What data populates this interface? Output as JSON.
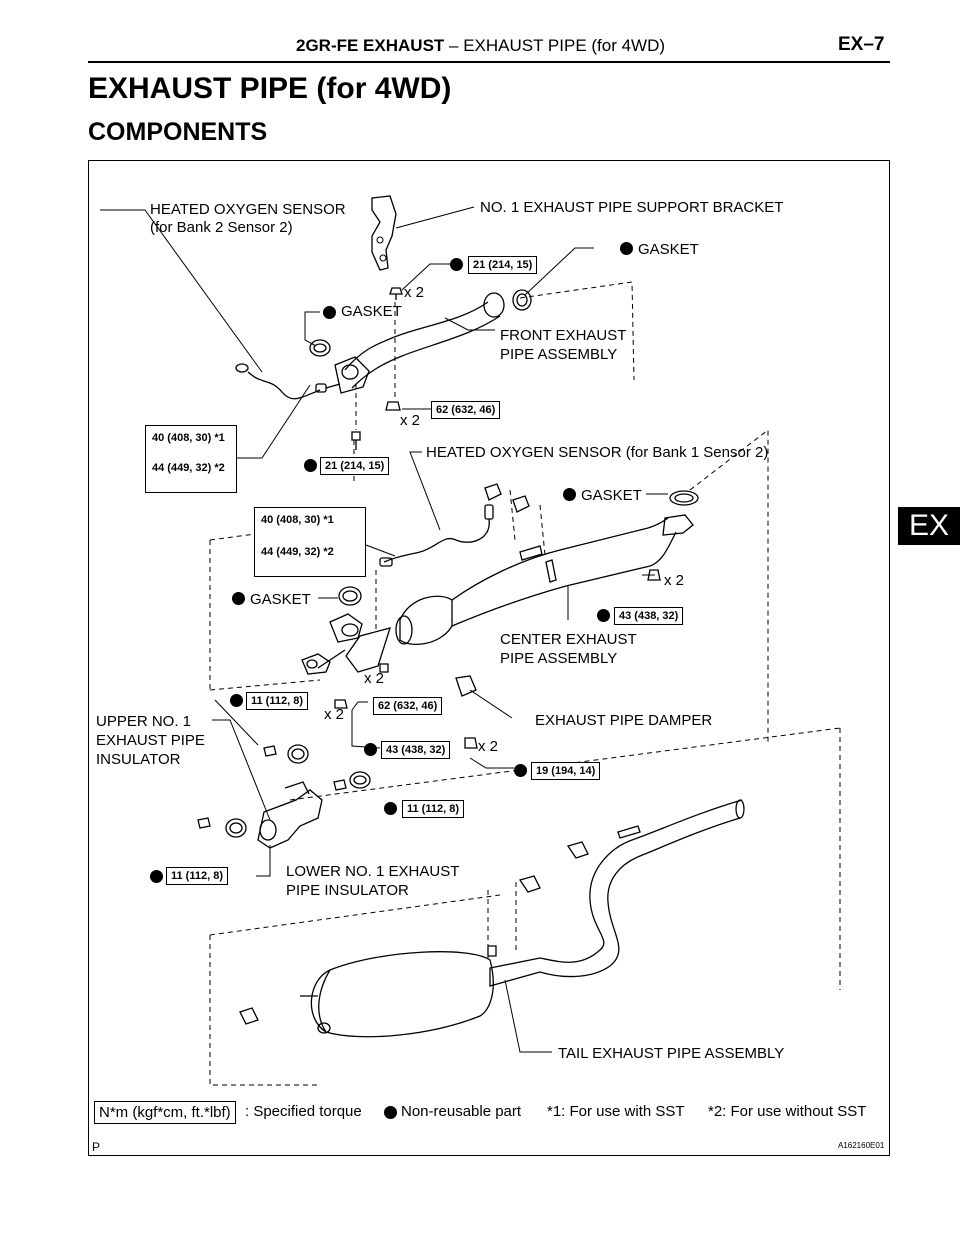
{
  "header": {
    "title_bold": "2GR-FE EXHAUST",
    "title_rest": "–  EXHAUST PIPE (for 4WD)",
    "page_code": "EX–7"
  },
  "section_tab": "EX",
  "page_title": "EXHAUST PIPE (for 4WD)",
  "sub_title": "COMPONENTS",
  "labels": {
    "ho2_bank2_l1": "HEATED OXYGEN SENSOR",
    "ho2_bank2_l2": "(for Bank 2 Sensor 2)",
    "support_bracket": "NO. 1 EXHAUST PIPE SUPPORT BRACKET",
    "gasket_top_right": "GASKET",
    "gasket_top_left": "GASKET",
    "front_pipe_l1": "FRONT EXHAUST",
    "front_pipe_l2": "PIPE ASSEMBLY",
    "ho2_bank1": "HEATED OXYGEN SENSOR (for Bank 1 Sensor 2)",
    "gasket_center_right": "GASKET",
    "gasket_center_left": "GASKET",
    "center_pipe_l1": "CENTER EXHAUST",
    "center_pipe_l2": "PIPE ASSEMBLY",
    "damper": "EXHAUST PIPE DAMPER",
    "upper_ins_l1": "UPPER NO. 1",
    "upper_ins_l2": "EXHAUST PIPE",
    "upper_ins_l3": "INSULATOR",
    "lower_ins_l1": "LOWER NO. 1 EXHAUST",
    "lower_ins_l2": "PIPE INSULATOR",
    "tail_pipe": "TAIL EXHAUST PIPE ASSEMBLY"
  },
  "quantities": {
    "q1": "x 2",
    "q2": "x 2",
    "q3": "x 2",
    "q4": "x 2",
    "q5": "x 2",
    "q6": "x 2"
  },
  "torques": {
    "t_21a": "21 (214, 15)",
    "t_62a": "62 (632, 46)",
    "t_21b": "21 (214, 15)",
    "t_40a": "40 (408, 30) *1",
    "t_44a": "44 (449, 32) *2",
    "t_40b": "40 (408, 30) *1",
    "t_44b": "44 (449, 32) *2",
    "t_43a": "43 (438, 32)",
    "t_11a": "11 (112, 8)",
    "t_62b": "62 (632, 46)",
    "t_43b": "43 (438, 32)",
    "t_19": "19 (194, 14)",
    "t_11b": "11 (112, 8)",
    "t_11c": "11 (112, 8)"
  },
  "legend": {
    "torque_unit": "N*m (kgf*cm, ft.*lbf)",
    "specified": ": Specified torque",
    "non_reusable": "Non-reusable part",
    "note1": "*1: For use with SST",
    "note2": "*2: For use without SST"
  },
  "footer": {
    "letter": "P",
    "figure_code": "A162160E01"
  }
}
